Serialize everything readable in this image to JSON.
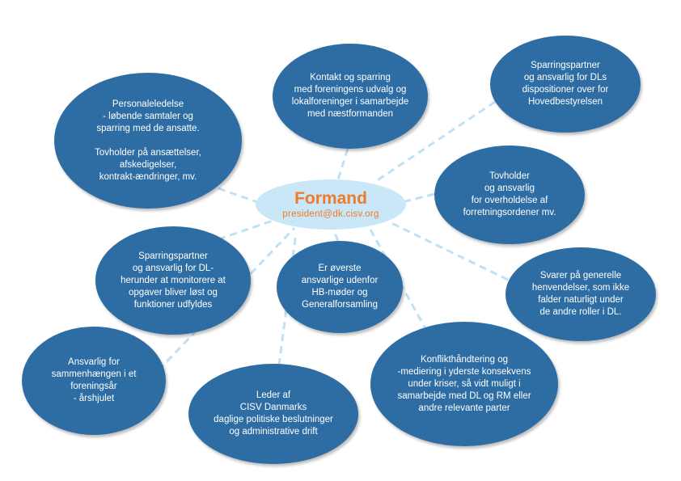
{
  "colors": {
    "node_fill": "#2e6da4",
    "center_fill": "#c9e7f6",
    "connector": "#bfe1f3",
    "accent": "#f07a2b",
    "node_text": "#ffffff"
  },
  "center": {
    "title": "Formand",
    "email": "president@dk.cisv.org"
  },
  "nodes": [
    {
      "id": "personaleledelse",
      "text": "Personaleledelse\n- løbende samtaler og\nsparring med de ansatte.\n\nTovholder på ansættelser,\nafskedigelser,\nkontrakt-ændringer, mv."
    },
    {
      "id": "kontakt-sparring",
      "text": "Kontakt og sparring\nmed foreningens udvalg og\nlokalforeninger  i samarbejde\nmed næstformanden"
    },
    {
      "id": "sparringspartner-hb",
      "text": "Sparringspartner\nog ansvarlig for DLs\ndispositioner over for\nHovedbestyrelsen"
    },
    {
      "id": "tovholder-forretningsorden",
      "text": "Tovholder\nog ansvarlig\nfor overholdelse af\nforretningsordener mv."
    },
    {
      "id": "generelle-henvendelser",
      "text": "Svarer på generelle\nhenvendelser, som ikke\nfalder naturligt under\nde andre roller i DL."
    },
    {
      "id": "konflikthaandtering",
      "text": "Konflikthåndtering og\n-mediering i yderste konsekvens\nunder kriser, så vidt muligt i\nsamarbejde med DL og RM eller\nandre relevante parter"
    },
    {
      "id": "overste-ansvarlige",
      "text": "Er øverste\nansvarlige udenfor\nHB-møder og\nGeneralforsamling"
    },
    {
      "id": "leder-cisv",
      "text": "Leder af\nCISV Danmarks\ndaglige politiske beslutninger\nog administrative drift"
    },
    {
      "id": "sparringspartner-dl",
      "text": "Sparringspartner\nog ansvarlig for DL-\nherunder at monitorere at\nopgaver bliver løst og\nfunktioner udfyldes"
    },
    {
      "id": "aarshjulet",
      "text": "Ansvarlig for\nsammenhængen i et\nforeningsår\n- årshjulet"
    }
  ]
}
